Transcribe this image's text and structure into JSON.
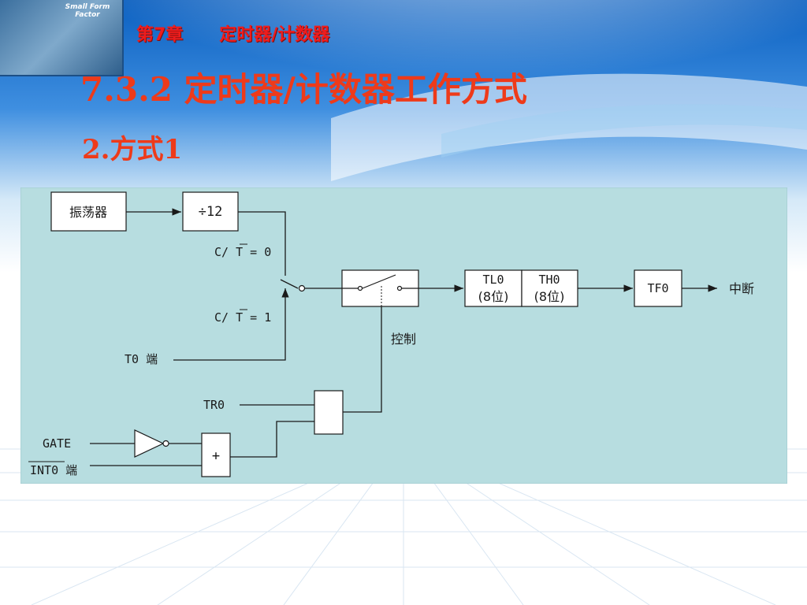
{
  "header": {
    "chapter": "第7章",
    "chapter_topic": "定时器/计数器",
    "logo_text_line1": "Small Form",
    "logo_text_line2": "Factor"
  },
  "title": {
    "section": "7.3.2 定时器/计数器工作方式",
    "subsection": "2.方式1"
  },
  "diagram": {
    "oscillator": "振荡器",
    "divider": "÷12",
    "ct0": "C/ T = 0",
    "ct1": "C/ T = 1",
    "t0_pin": "T0 端",
    "control": "控制",
    "tl0_name": "TL0",
    "tl0_bits": "(8位)",
    "th0_name": "TH0",
    "th0_bits": "(8位)",
    "tf0": "TF0",
    "interrupt": "中断",
    "tr0": "TR0",
    "gate": "GATE",
    "int0_pin": "INT0 端",
    "or_symbol": "+",
    "background_color": "#b7dde0"
  }
}
